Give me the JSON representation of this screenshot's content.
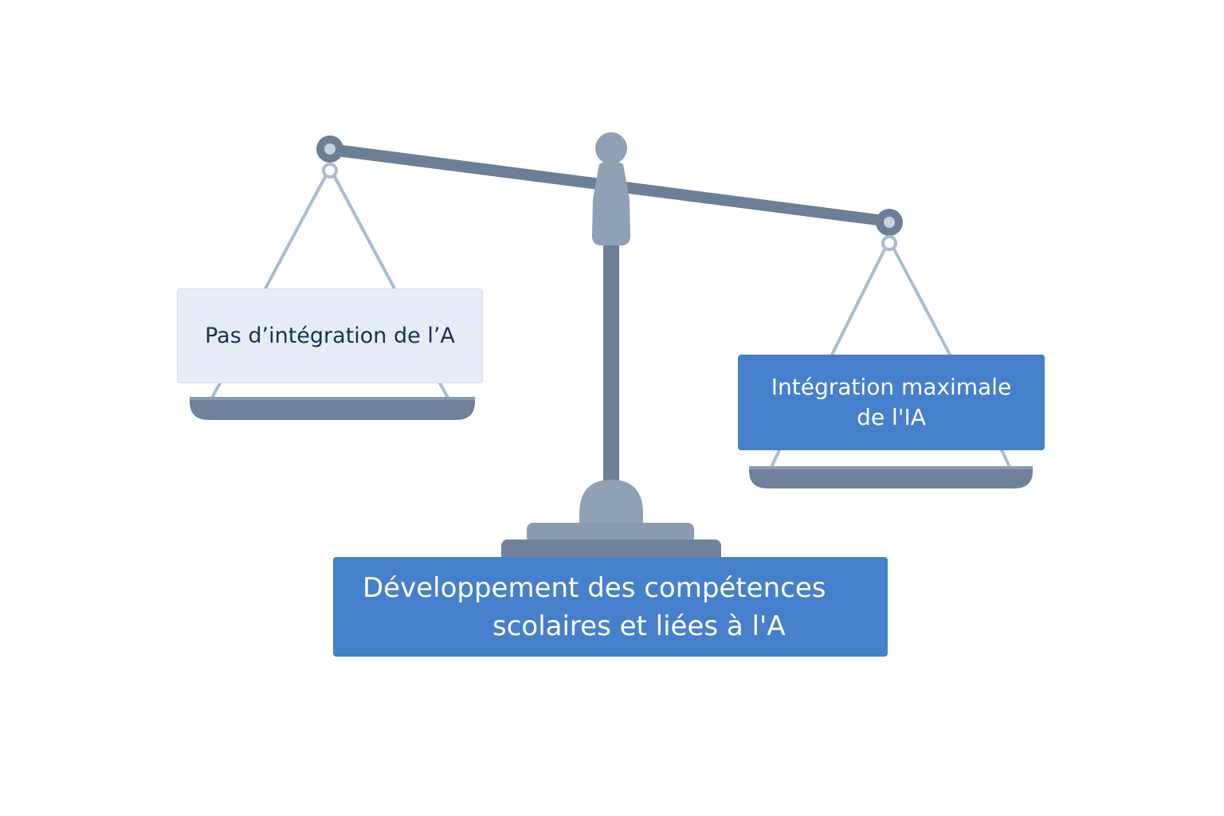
{
  "labels": {
    "left_pan": "Pas d’intégration de l’A",
    "right_pan": {
      "line1": "Intégration maximale",
      "line2": "de l'IA"
    },
    "base": {
      "line1": "Développement des compétences",
      "line2": "scolaires et liées à l'A"
    }
  },
  "colors": {
    "beam": "#6c7f96",
    "post": "#6c7f96",
    "collar": "#8fa1b5",
    "pan": "#6f829a",
    "pan_highlight": "#8a9bb0",
    "chain": "#a9bcd3",
    "label_blue": "#4680cc",
    "label_light": "#e7edf6",
    "label_dark_text": "#17305c"
  }
}
